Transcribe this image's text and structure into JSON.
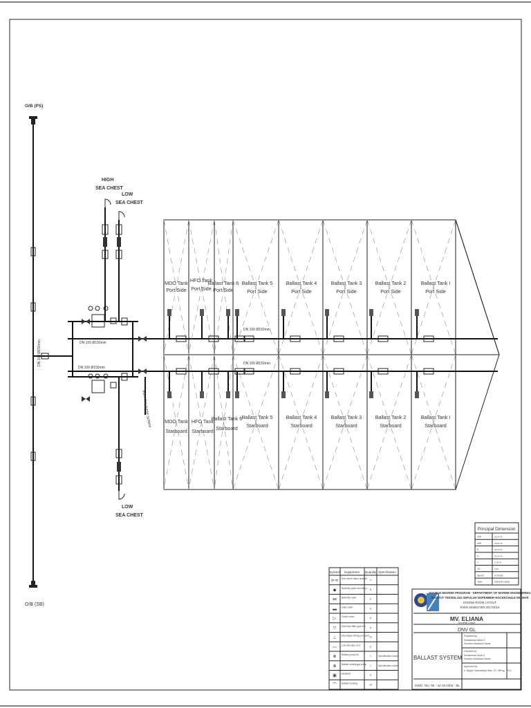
{
  "overboard": {
    "port": "O/B (PS)",
    "starboard": "O/B (SB)"
  },
  "sea_chests": {
    "high": "HIGH\nSEA CHEST",
    "low_top": "LOW\nSEA CHEST",
    "low_bottom": "LOW\nSEA CHEST"
  },
  "pipe_labels": {
    "dn1": "DN 100 Ø150mm",
    "dn2": "DN 100 Ø150mm",
    "dn3": "DN 100 Ø150mm",
    "dn4": "DN 100 Ø150mm",
    "vertical": "DN 100 Ø150mm",
    "note": "from fire pump system"
  },
  "tanks_port": [
    "MDO Tank\nPort Side",
    "HFO Tank\nPort Side",
    "Ballast Tank 6\nPort Side",
    "Ballast Tank 5\nPort Side",
    "Ballast Tank 4\nPort Side",
    "Ballast Tank 3\nPort Side",
    "Ballast Tank 2\nPort Side",
    "Ballast Tank I\nPort Side"
  ],
  "tanks_stbd": [
    "MDO Tank\nStarboard",
    "HFO Tank\nStarboard",
    "Ballast Tank 6\nStarboard",
    "Ballast Tank 5\nStarboard",
    "Ballast Tank 4\nStarboard",
    "Ballast Tank 3\nStarboard",
    "Ballast Tank 2\nStarboard",
    "Ballast Tank I\nStarboard"
  ],
  "principal_dimension": {
    "title": "Principal Dimension",
    "rows": [
      [
        "LPP",
        "xx.xx m"
      ],
      [
        "LWL",
        "xx.xx m"
      ],
      [
        "B",
        "xx.xx m"
      ],
      [
        "H",
        "xx.xx m"
      ],
      [
        "T",
        "x.xx m"
      ],
      [
        "Cb",
        "x.xx"
      ],
      [
        "Speed",
        "xx knots"
      ],
      [
        "Type",
        "General Cargo"
      ]
    ]
  },
  "symbol_table": {
    "headers": [
      "Symbol",
      "Equipment",
      "Quantity",
      "Specification"
    ],
    "rows": [
      [
        "Non return valve straight screw down",
        "4",
        ""
      ],
      [
        "Butterfly valve remotely controlled",
        "8",
        ""
      ],
      [
        "Butterfly valve",
        "6",
        ""
      ],
      [
        "Gate valve",
        "8",
        ""
      ],
      [
        "Check valve",
        "8",
        ""
      ],
      [
        "Duct flow filter pipe inlet",
        "8",
        ""
      ],
      [
        "Discharge bitmap pressure flange",
        "16",
        ""
      ],
      [
        "Low tide pipe end",
        "8",
        ""
      ],
      [
        "Ballast pump No",
        "1",
        "Specification sheet"
      ],
      [
        "Ballast centrifugal pump",
        "1",
        "Specification sheet"
      ],
      [
        "Manifold",
        "8",
        ""
      ],
      [
        "Ballast housing",
        "16",
        ""
      ]
    ]
  },
  "title_block": {
    "program": "DOUBLE DEGREE PROGRAM - DEPARTMENT OF MARINE ENGINEERING",
    "institute": "INSTITUT TEKNOLOGI SEPULUH NOPEMBER-HOCHSCHULE WISMAR",
    "layout": "ENGINE ROOM LAYOUT",
    "semester": "EVEN SEMESTER 2017/2018",
    "ship": "MV. ELIANA",
    "ship_type": "General Cargo",
    "class": "DNV GL",
    "prepared_label": "Prepared by:",
    "prepared_by": [
      "Muhammad Irsha H",
      "Susetno Noviansa Utama"
    ],
    "checked_label": "Checked by:",
    "checked_by": [
      "Muhammad Irsha H",
      "Susetno Noviansa Utama"
    ],
    "approved_label": "Approved by:",
    "approved_by": "Ir. Bagus Dwiprasetya Dian, ST., MEng., Ph.D",
    "system": "BALLAST SYSTEM",
    "drawing_no": "DWG. NO. 05 - 42 18 0402 - BL"
  }
}
